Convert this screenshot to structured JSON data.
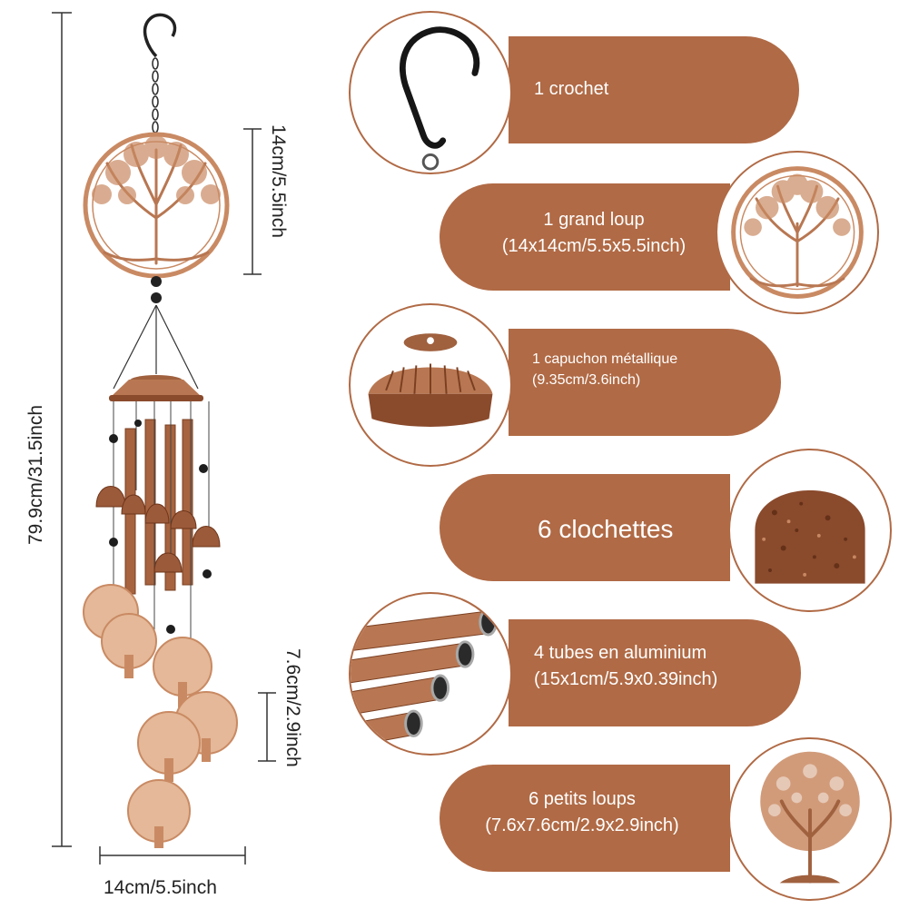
{
  "product": {
    "total_height": "79.9cm/31.5inch",
    "big_tree_height": "14cm/5.5inch",
    "small_tree_height": "7.6cm/2.9inch",
    "width": "14cm/5.5inch"
  },
  "colors": {
    "accent": "#b06a45",
    "copper": "#c98a63",
    "copper_dark": "#8a4a2c"
  },
  "components": [
    {
      "line1": "1 crochet",
      "line2": ""
    },
    {
      "line1": "1 grand loup",
      "line2": "(14x14cm/5.5x5.5inch)"
    },
    {
      "line1": "1 capuchon métallique",
      "line2": "(9.35cm/3.6inch)"
    },
    {
      "line1": "6 clochettes",
      "line2": ""
    },
    {
      "line1": "4 tubes en aluminium",
      "line2": "(15x1cm/5.9x0.39inch)"
    },
    {
      "line1": "6 petits loups",
      "line2": "(7.6x7.6cm/2.9x2.9inch)"
    }
  ],
  "icons": [
    "hook-icon",
    "tree-of-life-icon",
    "metal-cap-icon",
    "bell-icon",
    "tubes-icon",
    "small-tree-icon"
  ]
}
